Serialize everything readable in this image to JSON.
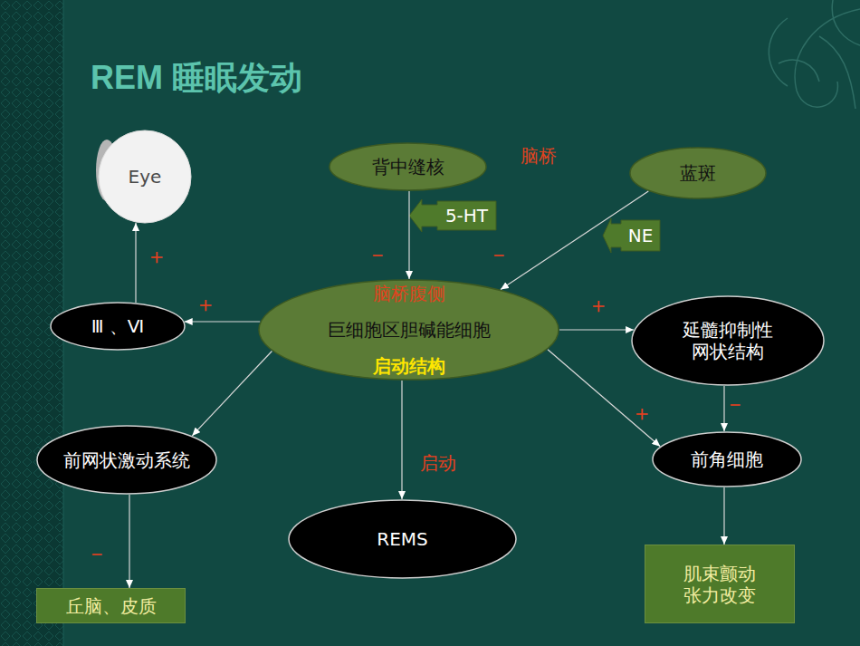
{
  "diagram": {
    "title": "REM 睡眠发动",
    "nodes": [
      {
        "text": [
          "Eye"
        ]
      },
      {
        "text": [
          "背中缝核"
        ]
      },
      {
        "text": [
          "蓝斑"
        ]
      },
      {
        "text": [
          "5-HT"
        ]
      },
      {
        "text": [
          "NE"
        ]
      },
      {
        "text": [
          "Ⅲ 、Ⅵ"
        ]
      },
      {
        "text": [
          "脑桥腹侧",
          "巨细胞区胆碱能细胞",
          "启动结构"
        ]
      },
      {
        "text": [
          "延髓抑制性 网状结构"
        ]
      },
      {
        "text": [
          "前网状激动系统"
        ]
      },
      {
        "text": [
          "前角细胞"
        ]
      },
      {
        "text": [
          "REMS"
        ]
      },
      {
        "text": [
          "丘脑、皮质"
        ]
      },
      {
        "text": [
          "肌束颤动 张力改变"
        ]
      }
    ],
    "edges": [
      {
        "from": 1,
        "to": 6,
        "label": "－",
        "arrow": "to"
      },
      {
        "from": 2,
        "to": 6,
        "label": "－",
        "arrow": "to"
      },
      {
        "from": 6,
        "to": 5,
        "label": "＋",
        "arrow": "to"
      },
      {
        "from": 5,
        "to": 0,
        "label": "＋",
        "arrow": "to"
      },
      {
        "from": 6,
        "to": 7,
        "label": "＋",
        "arrow": "to"
      },
      {
        "from": 6,
        "to": 9,
        "label": "＋",
        "arrow": "to"
      },
      {
        "from": 7,
        "to": 9,
        "label": "－",
        "arrow": "to"
      },
      {
        "from": 6,
        "to": 10,
        "label": "启动",
        "arrow": "to"
      },
      {
        "from": 6,
        "to": 8,
        "arrow": "to"
      },
      {
        "from": 8,
        "to": 11,
        "label": "－",
        "arrow": "to"
      },
      {
        "from": 9,
        "to": 12,
        "arrow": "to"
      }
    ],
    "labels": [
      "脑桥"
    ]
  }
}
